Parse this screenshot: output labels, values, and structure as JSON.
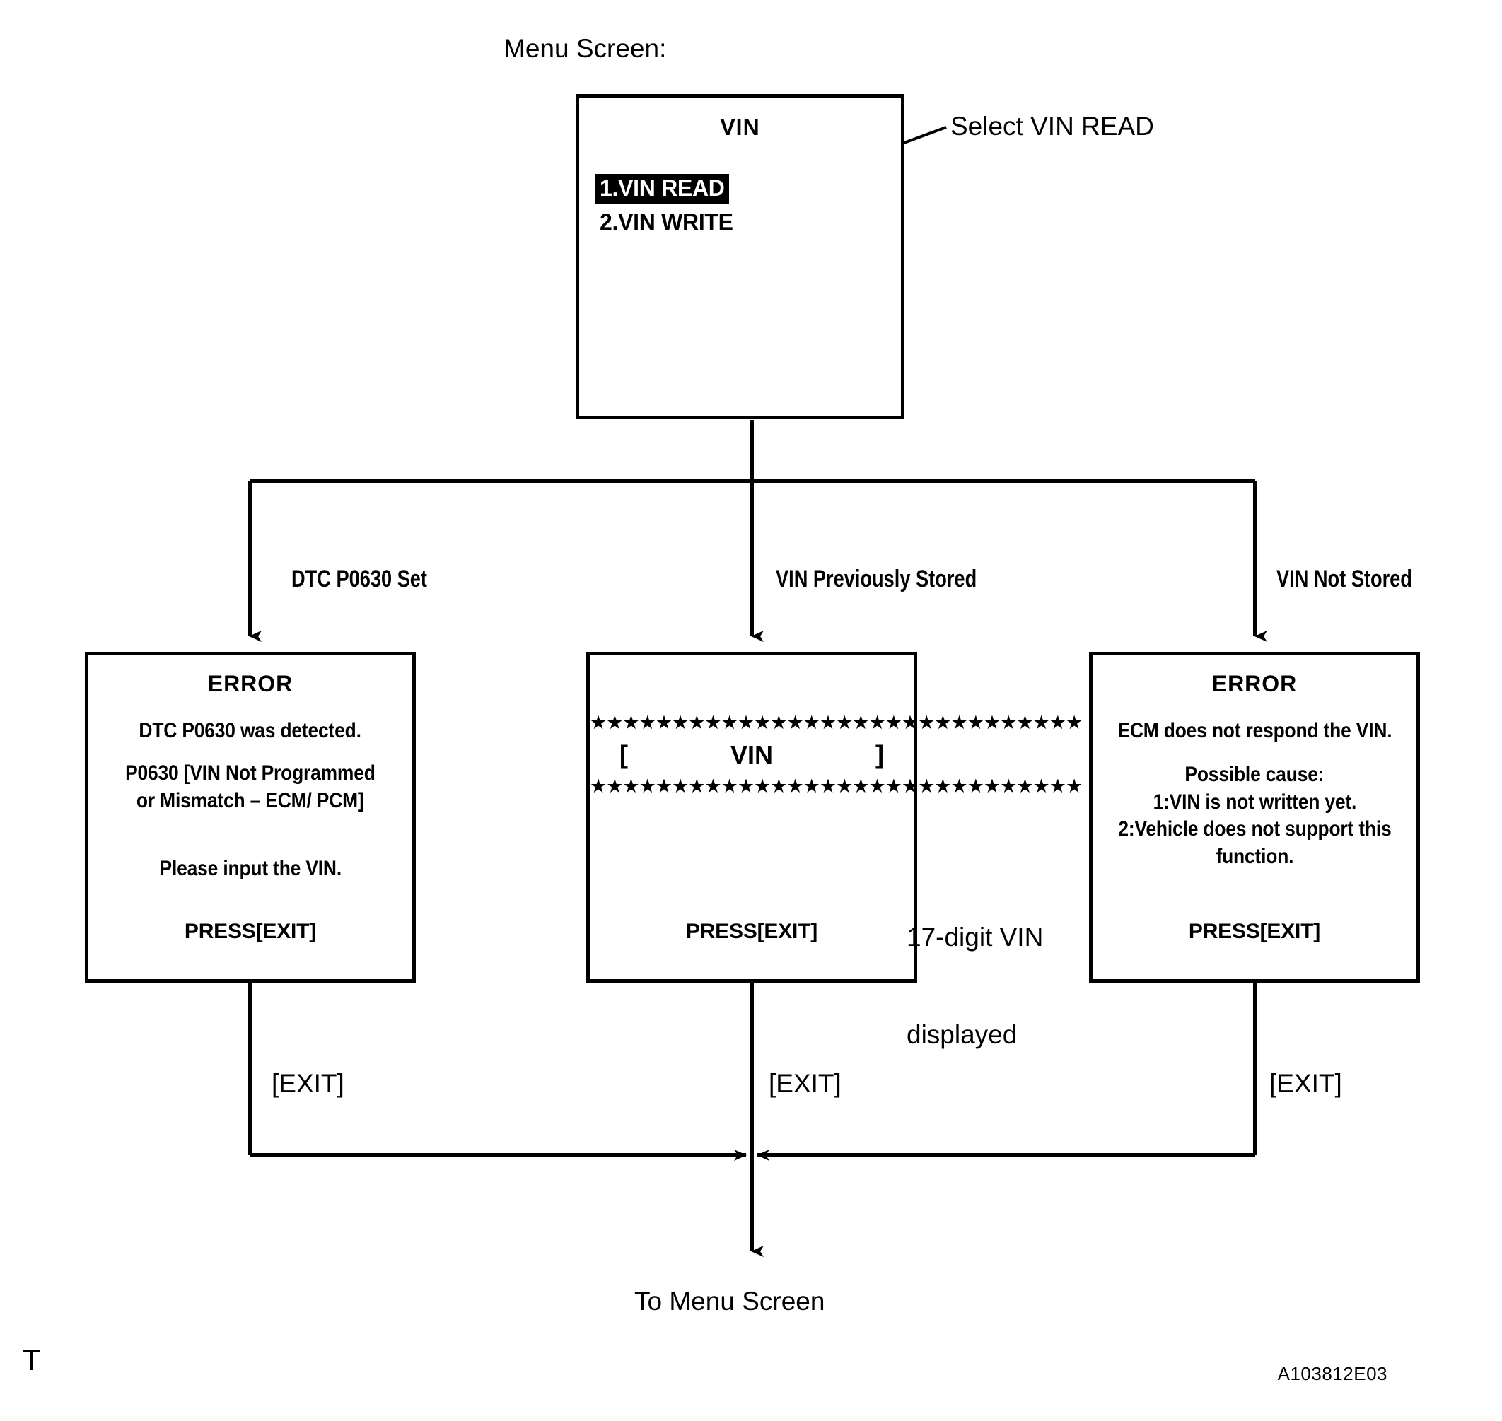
{
  "diagram": {
    "menu_caption": "Menu Screen:",
    "annotation_select": "Select VIN READ",
    "annotation_vin_line1": "17-digit VIN",
    "annotation_vin_line2": "displayed",
    "bottom_caption": "To Menu Screen",
    "corner_mark": "T",
    "reference_code": "A103812E03",
    "colors": {
      "ink": "#000000",
      "paper": "#ffffff",
      "highlight_bg": "#000000",
      "highlight_fg": "#ffffff"
    }
  },
  "menu_screen": {
    "title": "VIN",
    "items": [
      {
        "label": "1.VIN READ",
        "selected": true
      },
      {
        "label": "2.VIN WRITE",
        "selected": false
      }
    ]
  },
  "branches": [
    {
      "id": "dtc-set",
      "label": "DTC P0630 Set",
      "exit_label": "[EXIT]"
    },
    {
      "id": "vin-stored",
      "label": "VIN Previously Stored",
      "exit_label": "[EXIT]"
    },
    {
      "id": "vin-not-stored",
      "label": "VIN Not Stored",
      "exit_label": "[EXIT]"
    }
  ],
  "screens": {
    "error_dtc": {
      "title": "ERROR",
      "line1": "DTC P0630 was detected.",
      "line2": "P0630  [VIN Not Programmed",
      "line3": "or Mismatch – ECM/ PCM]",
      "line4": "Please input the VIN.",
      "footer": "PRESS[EXIT]"
    },
    "vin_display": {
      "stars_top": "★★★★★★★★★★★★★★★★★★★★★★★★★★★★★★",
      "bracket_left": "[",
      "vin_label": "VIN",
      "bracket_right": "]",
      "stars_bottom": "★★★★★★★★★★★★★★★★★★★★★★★★★★★★★★",
      "footer": "PRESS[EXIT]"
    },
    "error_no_vin": {
      "title": "ERROR",
      "line1": "ECM does not respond the VIN.",
      "line2": "Possible cause:",
      "line3": "1:VIN is not written yet.",
      "line4": "2:Vehicle does not support this",
      "line5": "function.",
      "footer": "PRESS[EXIT]"
    }
  }
}
